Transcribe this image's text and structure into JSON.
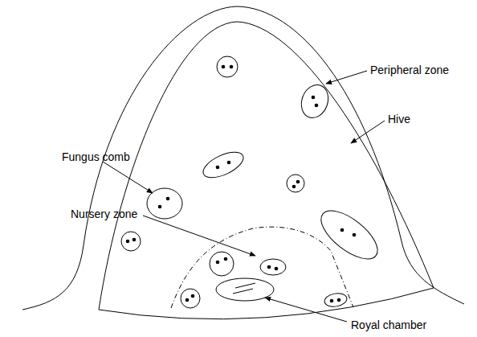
{
  "diagram": {
    "labels": [
      "Peripheral zone",
      "Hive",
      "Fungus comb",
      "Nursery zone",
      "Royal chamber"
    ]
  }
}
